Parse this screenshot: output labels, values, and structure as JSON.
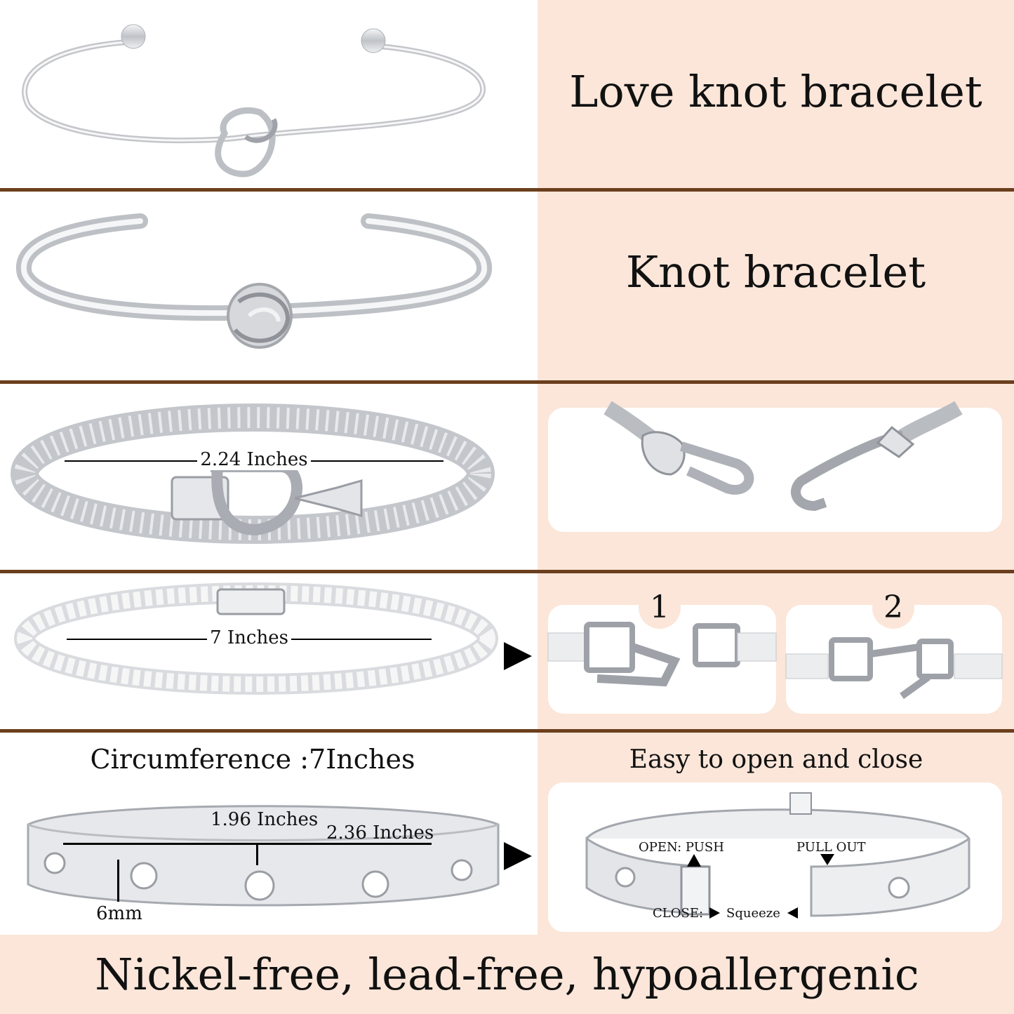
{
  "rows": [
    {
      "title": "Love knot bracelet"
    },
    {
      "title": "Knot bracelet"
    },
    {
      "dimension_label": "2.24 Inches"
    },
    {
      "dimension_label": "7 Inches",
      "steps": [
        "1",
        "2"
      ]
    },
    {
      "circumference_label": "Circumference :7Inches",
      "inner_width_label": "1.96 Inches",
      "outer_width_label": "2.36 Inches",
      "thickness_label": "6mm",
      "clasp_title": "Easy to open and close",
      "open_label": "OPEN: PUSH",
      "pull_label": "PULL OUT",
      "close_label": "CLOSE:",
      "squeeze_label": "Squeeze"
    }
  ],
  "footer": "Nickel-free, lead-free, hypoallergenic",
  "colors": {
    "accent_bg": "#fbe6d9",
    "divider": "#6b3f1d",
    "metal": "#c9cbd0"
  }
}
